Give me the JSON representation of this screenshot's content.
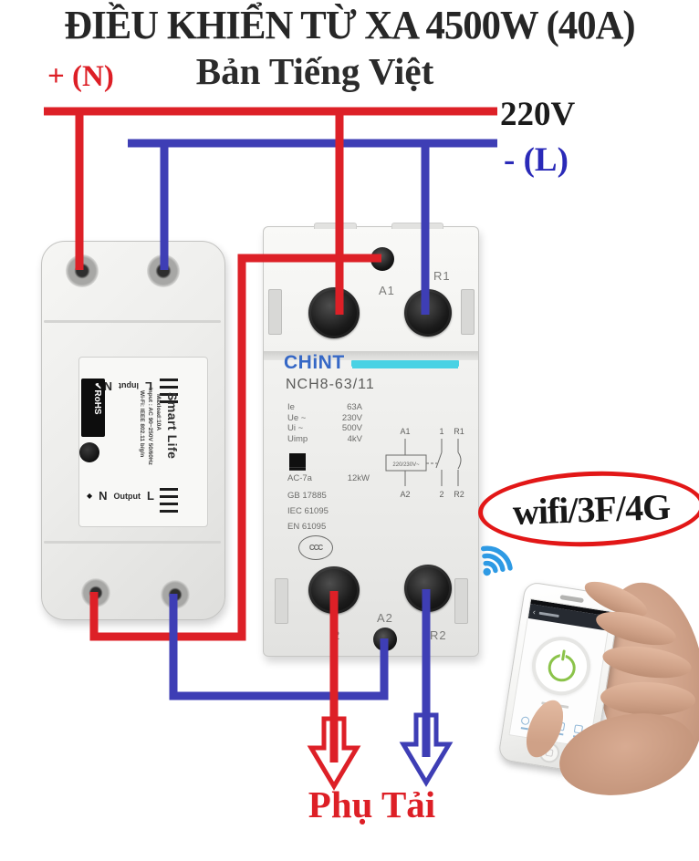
{
  "header": {
    "title": "ĐIỀU KHIỂN TỪ XA 4500W (40A)",
    "subtitle": "Bản Tiếng Việt"
  },
  "power": {
    "neutral": "+ (N)",
    "voltage": "220V",
    "line": "- (L)"
  },
  "load_label": "Phụ Tải",
  "connectivity_badge": "wifi/3F/4G",
  "smart_switch": {
    "brand": "Smart Life",
    "rohs": "✔RoHS",
    "input": {
      "l": "L",
      "word": "Input",
      "n": "N"
    },
    "output": {
      "diamond": "◆",
      "n": "N",
      "word": "Output",
      "l": "L"
    },
    "specs": [
      "Wi-Fi: IEEE 802.11 b/g/n",
      "Input : AC 90~250V 50/60Hz",
      "Maxload:10A"
    ]
  },
  "contactor": {
    "brand": "CHiNT",
    "model": "NCH8-63/11",
    "specs": [
      {
        "key": "Ie",
        "value": "63A"
      },
      {
        "key": "Ue ~",
        "value": "230V"
      },
      {
        "key": "Ui ~",
        "value": "500V"
      },
      {
        "key": "Uimp",
        "value": "4kV"
      }
    ],
    "rating": {
      "duty": "AC-7a",
      "power": "12kW"
    },
    "standards": [
      "GB 17885",
      "IEC 61095",
      "EN 61095"
    ],
    "ccc": "CCC",
    "terminals": {
      "top_left": "A1",
      "top_right": "R1",
      "bottom_left": "2",
      "bottom_center": "A2",
      "bottom_right": "R2"
    },
    "diagram": {
      "a1": "A1",
      "a2": "A2",
      "coil": "220/230V~",
      "p1": "1",
      "r1": "R1",
      "p2": "2",
      "r2": "R2"
    }
  },
  "colors": {
    "wire_live": "#dd2027",
    "wire_neutral": "#3e3eb5",
    "accent_red": "#dd1f26",
    "accent_blue": "#2a2ab8",
    "chint_blue": "#3668c6",
    "chint_cyan": "#49d2e4",
    "power_green": "#8bc34a"
  }
}
